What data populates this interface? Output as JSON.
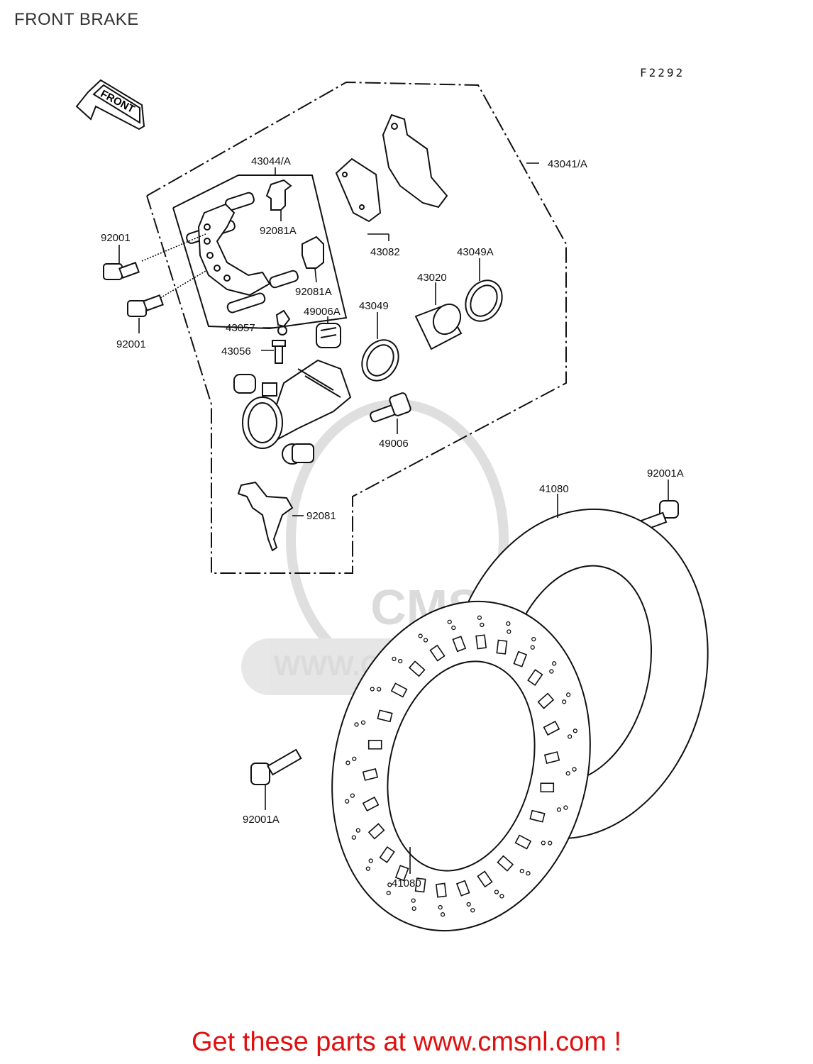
{
  "page": {
    "title": "FRONT BRAKE"
  },
  "diagram": {
    "code": "F2292",
    "front_arrow": "FRONT",
    "watermark": {
      "url": "WWW.CMSNL.COM",
      "logo": "CMS"
    },
    "labels": {
      "p43044A": "43044/A",
      "p43041A": "43041/A",
      "p92001_top": "92001",
      "p92001_mid": "92001",
      "p92081A_top": "92081A",
      "p92081A_mid": "92081A",
      "p43082": "43082",
      "p43049A": "43049A",
      "p43020": "43020",
      "p43049": "43049",
      "p49006A": "49006A",
      "p43057": "43057",
      "p43056": "43056",
      "p49006": "49006",
      "p92081": "92081",
      "p92001A_right": "92001A",
      "p41080_top": "41080",
      "p92001A_bottom": "92001A",
      "p41080_bottom": "41080"
    }
  },
  "footer": {
    "text": "Get these parts at www.cmsnl.com !"
  }
}
